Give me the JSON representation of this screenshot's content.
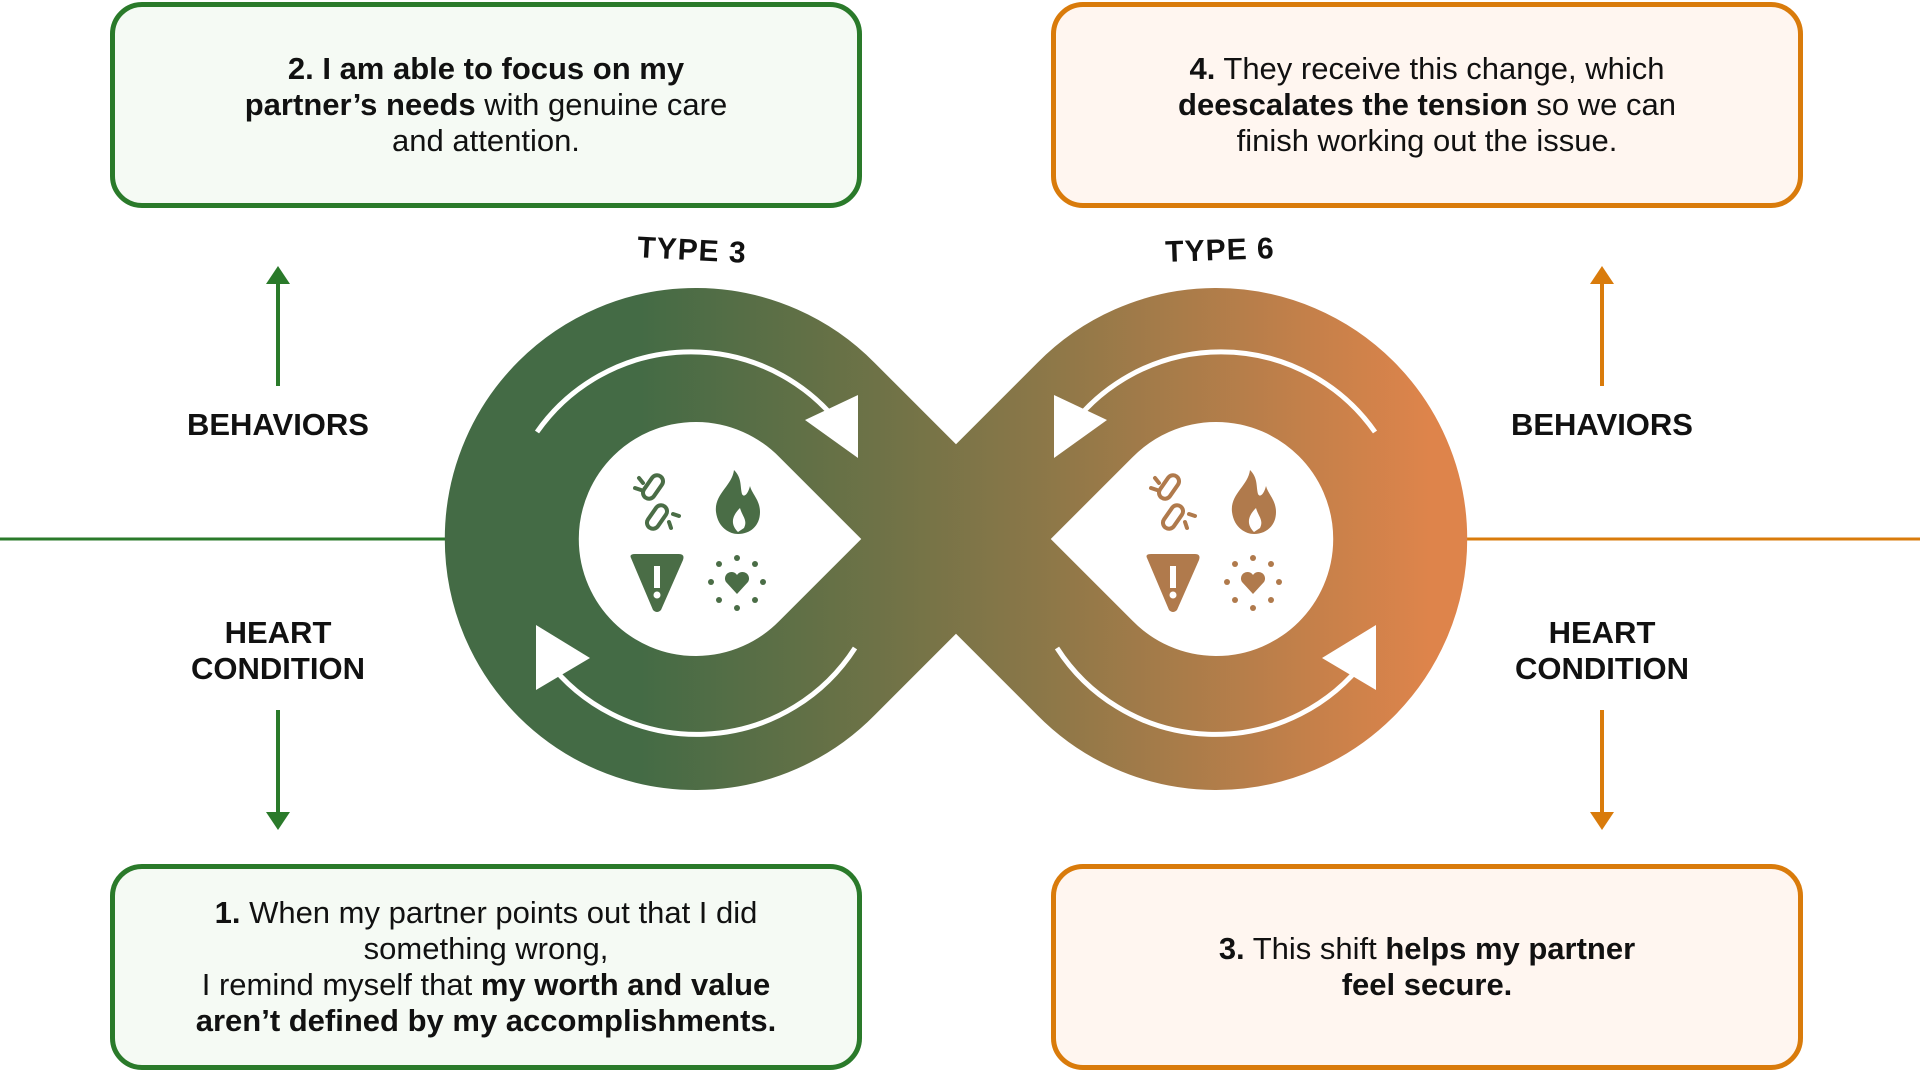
{
  "boxes": {
    "top_left": {
      "lines": [
        [
          {
            "t": "2. I am able to focus on my",
            "b": true
          }
        ],
        [
          {
            "t": "partner’s needs",
            "b": true
          },
          {
            "t": " with genuine care",
            "b": false
          }
        ],
        [
          {
            "t": "and attention.",
            "b": false
          }
        ]
      ]
    },
    "top_right": {
      "lines": [
        [
          {
            "t": "4.",
            "b": true
          },
          {
            "t": " They receive this change, which",
            "b": false
          }
        ],
        [
          {
            "t": "deescalates the tension",
            "b": true
          },
          {
            "t": " so we can",
            "b": false
          }
        ],
        [
          {
            "t": "finish working out the issue.",
            "b": false
          }
        ]
      ]
    },
    "bottom_left": {
      "lines": [
        [
          {
            "t": "1.",
            "b": true
          },
          {
            "t": " When my partner points out that I did",
            "b": false
          }
        ],
        [
          {
            "t": "something wrong,",
            "b": false
          }
        ],
        [
          {
            "t": "I remind myself that ",
            "b": false
          },
          {
            "t": "my worth and value",
            "b": true
          }
        ],
        [
          {
            "t": "aren’t defined by my accomplishments.",
            "b": true
          }
        ]
      ]
    },
    "bottom_right": {
      "lines": [
        [
          {
            "t": "3.",
            "b": true
          },
          {
            "t": " This shift ",
            "b": false
          },
          {
            "t": "helps my partner",
            "b": true
          }
        ],
        [
          {
            "t": "feel secure.",
            "b": true
          }
        ]
      ]
    }
  },
  "labels": {
    "type_left": "TYPE 3",
    "type_right": "TYPE 6",
    "behaviors_left": "BEHAVIORS",
    "behaviors_right": "BEHAVIORS",
    "heart_left": [
      "HEART",
      "CONDITION"
    ],
    "heart_right": [
      "HEART",
      "CONDITION"
    ]
  },
  "icons": [
    "broken-link-icon",
    "flame-icon",
    "warning-icon",
    "sparkling-heart-icon"
  ],
  "colors": {
    "green": "#2a7a2a",
    "orange": "#d97b0b",
    "loop_left": "#446b45",
    "loop_right": "#de844b",
    "icon_green": "#4a6d46",
    "icon_brown": "#b07a4c"
  }
}
